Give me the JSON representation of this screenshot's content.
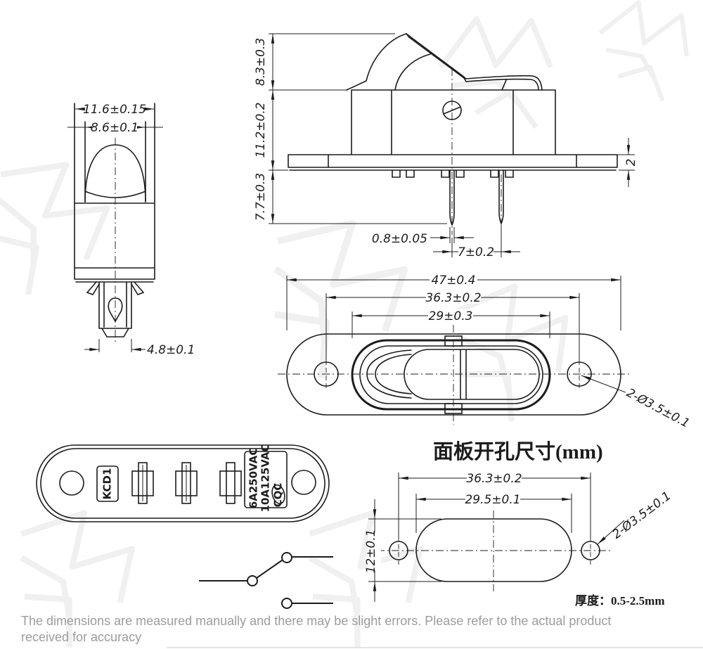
{
  "side_view": {
    "cap_width": "11.6±0.15",
    "dome_width": "8.6±0.1",
    "stem_width": "4.8±0.1"
  },
  "front_view": {
    "rocker_height": "8.3±0.3",
    "body_height": "11.2±0.2",
    "pin_length": "7.7±0.3",
    "flange_thickness": "2",
    "pin_thickness": "0.8±0.05",
    "pin_spacing": "7±0.2"
  },
  "top_view": {
    "overall_length": "47±0.4",
    "hole_spacing": "36.3±0.2",
    "bezel_length": "29±0.3",
    "mounting_holes": "2-Ø3.5±0.1"
  },
  "bottom_view": {
    "model": "KCD1",
    "rating_line1": "6A250VAC",
    "rating_line2": "10A125VAC",
    "cert_mark": "CQC"
  },
  "panel_cutout": {
    "title": "面板开孔尺寸(mm)",
    "hole_spacing": "36.3±0.2",
    "cutout_length": "29.5±0.1",
    "cutout_height": "12±0.1",
    "mounting_holes": "2-Ø3.5±0.1",
    "panel_thickness": "厚度：0.5-2.5mm"
  },
  "footer": {
    "disclaimer_line1": "The dimensions are measured manually and there may be slight errors. Please refer to the actual product",
    "disclaimer_line2": "received for accuracy"
  },
  "colors": {
    "line": "#1c1c1c",
    "footer_text": "#9c9c9c",
    "watermark": "#f0f0f0",
    "background": "#ffffff"
  }
}
